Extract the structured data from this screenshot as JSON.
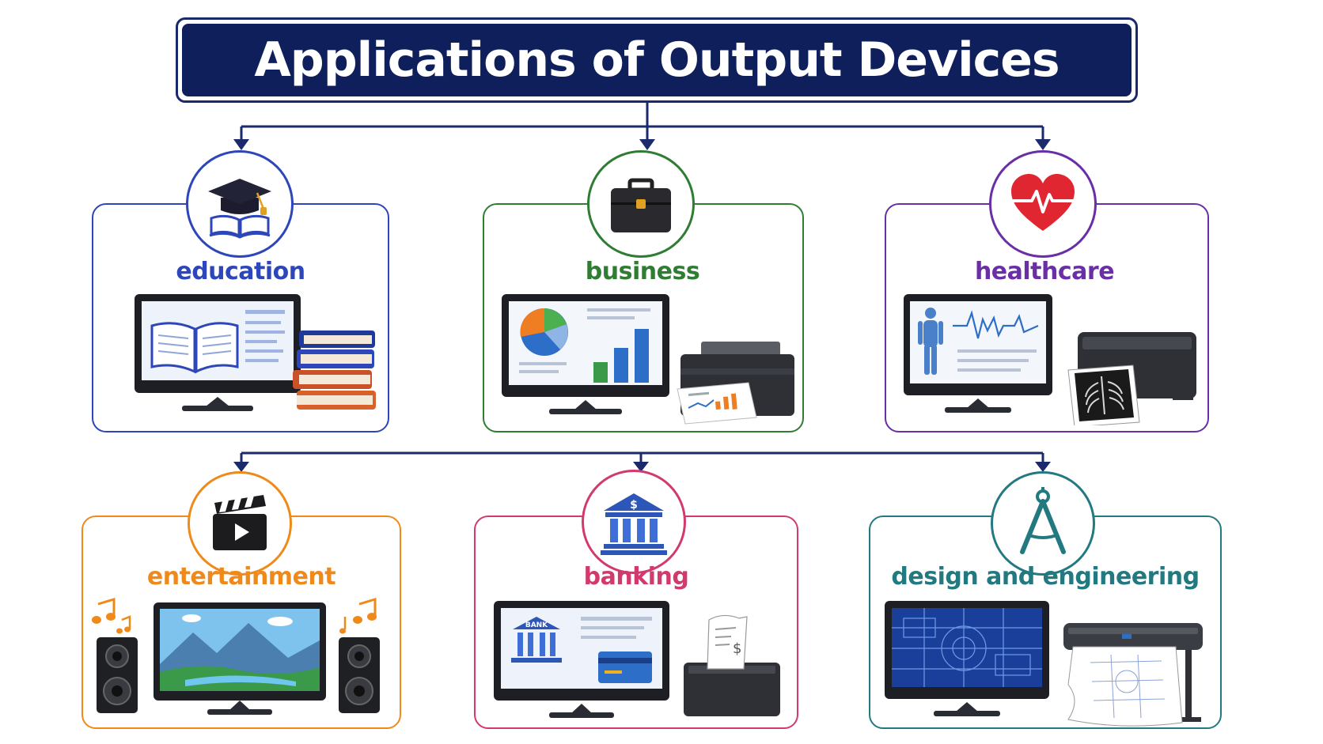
{
  "title": "Applications of Output Devices",
  "colors": {
    "title_bg": "#0f1f5c",
    "connector": "#1a2a6c",
    "education": "#2d46b9",
    "business": "#2e7d32",
    "healthcare": "#6a2ea6",
    "entertainment": "#ef8a1a",
    "banking": "#d23a6e",
    "design": "#227a80"
  },
  "categories": [
    {
      "id": "education",
      "label": "education",
      "icon": "graduation-cap-book-icon"
    },
    {
      "id": "business",
      "label": "business",
      "icon": "briefcase-icon"
    },
    {
      "id": "healthcare",
      "label": "healthcare",
      "icon": "heart-pulse-icon"
    },
    {
      "id": "entertainment",
      "label": "entertainment",
      "icon": "clapperboard-icon"
    },
    {
      "id": "banking",
      "label": "banking",
      "icon": "bank-building-icon"
    },
    {
      "id": "design",
      "label": "design and engineering",
      "icon": "drafting-compass-icon"
    }
  ],
  "illustrations": {
    "bank_sign": "BANK"
  }
}
